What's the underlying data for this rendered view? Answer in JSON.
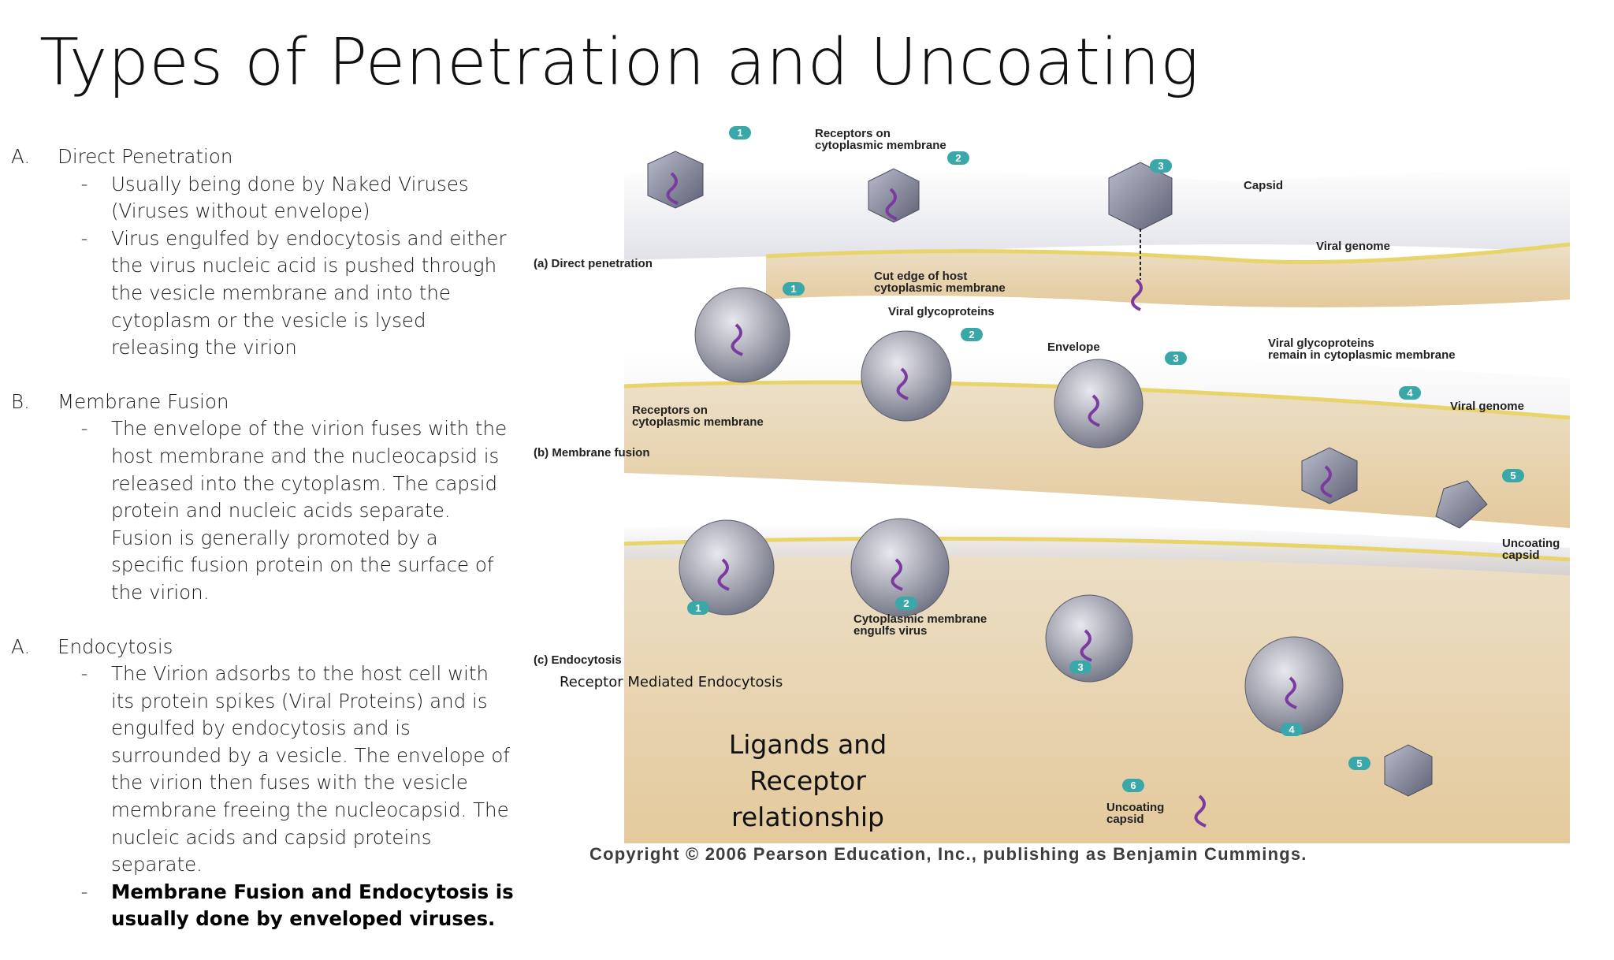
{
  "title": "Types of Penetration and Uncoating",
  "sections": [
    {
      "letter": "A.",
      "heading": "Direct Penetration",
      "bullets": [
        {
          "dash": "-",
          "text": "Usually being done by Naked Viruses (Viruses without envelope)"
        },
        {
          "dash": "-",
          "text": "Virus engulfed by endocytosis and either the virus nucleic acid is pushed through the vesicle membrane and into the cytoplasm or the vesicle is lysed releasing the virion"
        }
      ]
    },
    {
      "letter": "B.",
      "heading": "Membrane Fusion",
      "bullets": [
        {
          "dash": "-",
          "text": "The envelope of the virion fuses with the host membrane and the nucleocapsid is released into the cytoplasm. The capsid protein and nucleic acids separate. Fusion is generally promoted by a specific fusion protein on the surface of the virion."
        }
      ]
    },
    {
      "letter": "A.",
      "heading": "Endocytosis",
      "bullets": [
        {
          "dash": "-",
          "text": "The Virion adsorbs to the host cell with its protein spikes (Viral Proteins) and is engulfed by endocytosis and is surrounded by a vesicle. The envelope of the virion then fuses with the vesicle membrane freeing the nucleocapsid. The nucleic acids and capsid proteins separate."
        },
        {
          "dash": "-",
          "text": "Membrane Fusion and  Endocytosis is usually done by enveloped viruses.",
          "bold": true
        }
      ]
    }
  ],
  "figure": {
    "panel_labels": {
      "a": "(a) Direct penetration",
      "b": "(b) Membrane fusion",
      "c": "(c) Endocytosis"
    },
    "labels": {
      "receptors_top_1": "Receptors on",
      "receptors_top_2": "cytoplasmic membrane",
      "capsid": "Capsid",
      "viral_genome_a": "Viral genome",
      "cut_edge_1": "Cut edge of host",
      "cut_edge_2": "cytoplasmic membrane",
      "viral_glyco": "Viral glycoproteins",
      "envelope": "Envelope",
      "glyco_remain_1": "Viral glycoproteins",
      "glyco_remain_2": "remain in cytoplasmic membrane",
      "viral_genome_b": "Viral genome",
      "receptors_b_1": "Receptors on",
      "receptors_b_2": "cytoplasmic membrane",
      "uncoating_b_1": "Uncoating",
      "uncoating_b_2": "capsid",
      "cyto_engulfs_1": "Cytoplasmic membrane",
      "cyto_engulfs_2": "engulfs virus",
      "uncoating_c_1": "Uncoating",
      "uncoating_c_2": "capsid"
    },
    "step_numbers": [
      "1",
      "2",
      "3",
      "1",
      "2",
      "3",
      "4",
      "5",
      "1",
      "2",
      "3",
      "4",
      "5",
      "6"
    ],
    "colors": {
      "step_badge": "#3aa7a8",
      "cytoplasm": "#e7cfa9",
      "membrane": "#f2de74",
      "receptor": "#d9546e",
      "genome": "#7b3aa0"
    }
  },
  "captions": {
    "small": "Receptor Mediated Endocytosis",
    "big_1": "Ligands and",
    "big_2": "Receptor",
    "big_3": "relationship"
  },
  "copyright": "Copyright © 2006 Pearson Education, Inc., publishing as Benjamin Cummings."
}
